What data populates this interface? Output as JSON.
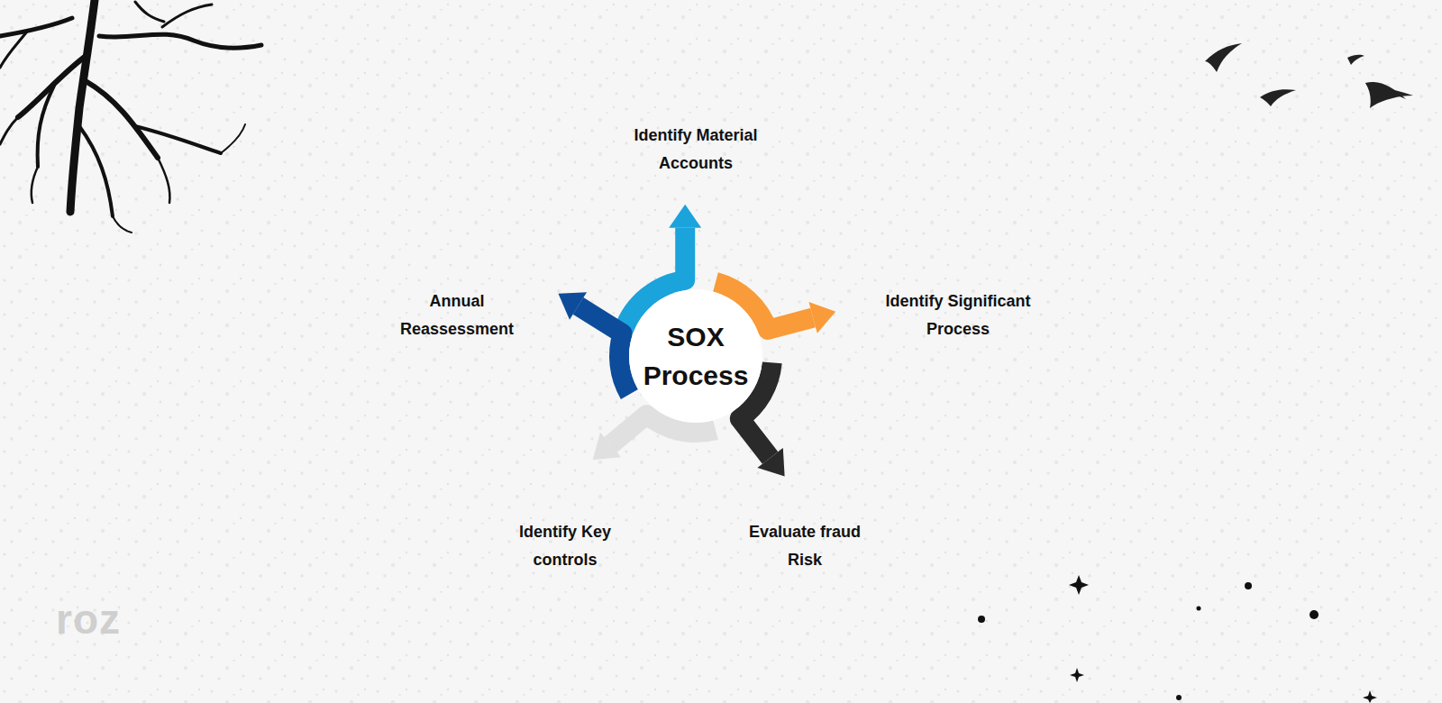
{
  "diagram": {
    "nodes": [
      {
        "text": [
          "SOX Process"
        ]
      }
    ],
    "labels": [
      "Identify Material Accounts",
      "Identify Significant Process",
      "Evaluate fraud Risk",
      "Identify Key controls",
      "Annual Reassessment",
      "roz"
    ]
  }
}
